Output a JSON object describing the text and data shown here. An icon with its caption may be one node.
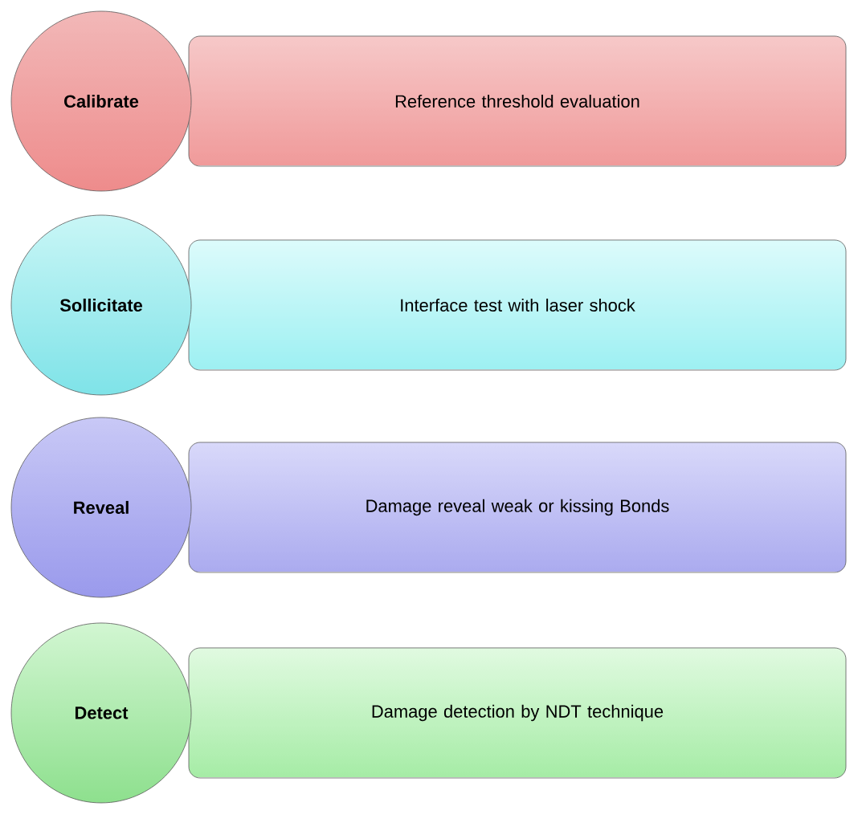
{
  "diagram": {
    "nodes": [
      {
        "text": [
          "Calibrate"
        ]
      },
      {
        "text": [
          "Reference threshold evaluation"
        ]
      },
      {
        "text": [
          "Sollicitate"
        ]
      },
      {
        "text": [
          "Interface test with laser shock"
        ]
      },
      {
        "text": [
          "Reveal"
        ]
      },
      {
        "text": [
          "Damage reveal weak or kissing Bonds"
        ]
      },
      {
        "text": [
          "Detect"
        ]
      },
      {
        "text": [
          "Damage detection by NDT technique"
        ]
      }
    ]
  }
}
